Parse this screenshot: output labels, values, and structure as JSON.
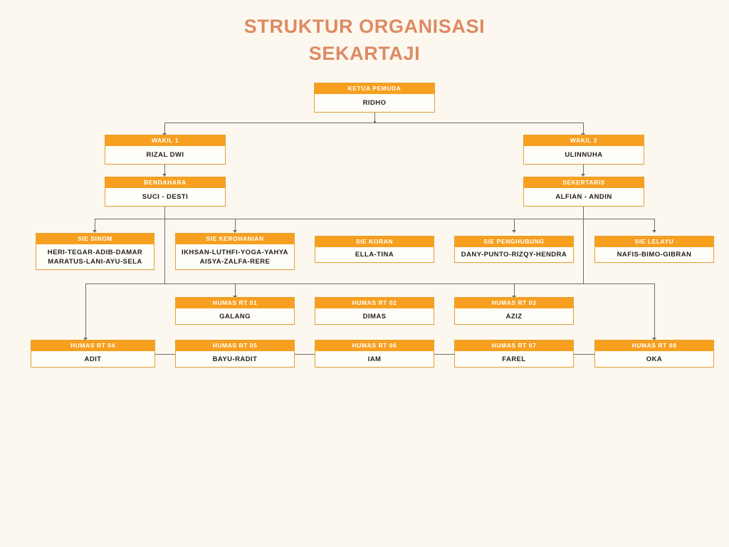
{
  "title": {
    "line1": "STRUKTUR ORGANISASI",
    "line2": "SEKARTAJI",
    "color": "#dd8a63"
  },
  "theme": {
    "background": "#fdf8ef",
    "header_fill": "#f79f1f",
    "node_border": "#e3a33a",
    "node_body_fill": "#fffdf7",
    "body_text": "#231f20",
    "connector": "#6b6f76"
  },
  "nodes": {
    "ketua": {
      "role": "KETUA PEMUDA",
      "names": [
        "RIDHO"
      ]
    },
    "wakil1": {
      "role": "WAKIL 1",
      "names": [
        "RIZAL DWI"
      ]
    },
    "wakil2": {
      "role": "WAKIL 2",
      "names": [
        "ULINNUHA"
      ]
    },
    "bendahara": {
      "role": "BENDAHARA",
      "names": [
        "SUCI  - DESTI"
      ]
    },
    "sekertaris": {
      "role": "SEKERTARIS",
      "names": [
        "ALFIAN - ANDIN"
      ]
    },
    "sinom": {
      "role": "SIE SINOM",
      "names": [
        "HERI-TEGAR-ADIB-DAMAR",
        "MARATUS-LANI-AYU-SELA"
      ]
    },
    "kerohanian": {
      "role": "SIE KEROHANIAN",
      "names": [
        "IKHSAN-LUTHFI-YOGA-YAHYA",
        "AISYA-ZALFA-RERE"
      ]
    },
    "koran": {
      "role": "SIE KORAN",
      "names": [
        "ELLA-TINA"
      ]
    },
    "penghubung": {
      "role": "SIE PENGHUBUNG",
      "names": [
        "DANY-PUNTO-RIZQY-HENDRA"
      ]
    },
    "lelayu": {
      "role": "SIE LELAYU",
      "names": [
        "NAFIS-BIMO-GIBRAN"
      ]
    },
    "rt01": {
      "role": "HUMAS RT 01",
      "names": [
        "GALANG"
      ]
    },
    "rt02": {
      "role": "HUMAS RT 02",
      "names": [
        "DIMAS"
      ]
    },
    "rt03": {
      "role": "HUMAS RT 03",
      "names": [
        "AZIZ"
      ]
    },
    "rt04": {
      "role": "HUMAS RT 04",
      "names": [
        "ADIT"
      ]
    },
    "rt05": {
      "role": "HUMAS RT 05",
      "names": [
        "BAYU-RADIT"
      ]
    },
    "rt06": {
      "role": "HUMAS RT 06",
      "names": [
        "IAM"
      ]
    },
    "rt07": {
      "role": "HUMAS RT 07",
      "names": [
        "FAREL"
      ]
    },
    "rt08": {
      "role": "HUMAS RT 08",
      "names": [
        "OKA"
      ]
    }
  }
}
